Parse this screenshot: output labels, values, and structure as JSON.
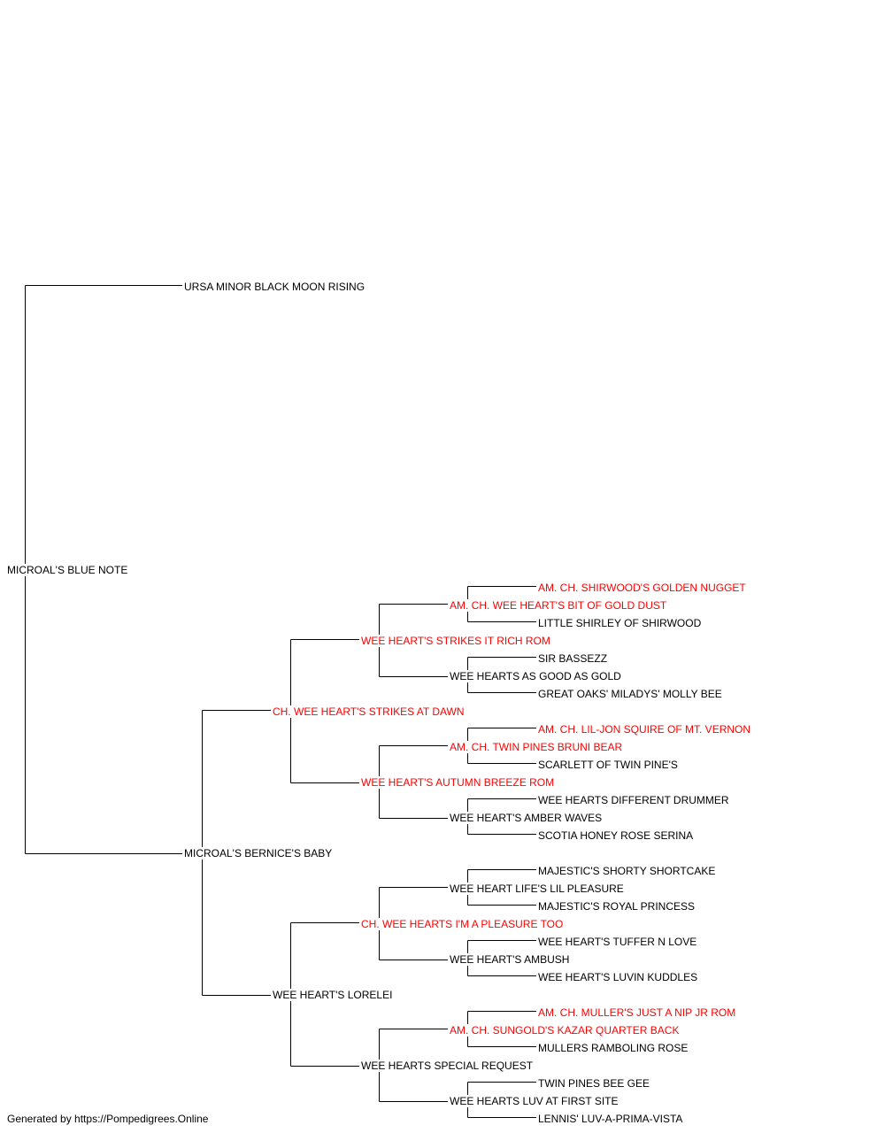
{
  "colors": {
    "champion": "#ff0000",
    "normal": "#000000",
    "line": "#000000"
  },
  "pedigree": {
    "subject": {
      "name": "MICROAL'S BLUE NOTE",
      "champion": false
    },
    "sire": {
      "name": "URSA MINOR BLACK MOON RISING",
      "champion": false
    },
    "dam": {
      "name": "MICROAL'S BERNICE'S BABY",
      "champion": false
    },
    "dam_sire": {
      "name": "CH. WEE HEART'S STRIKES AT DAWN",
      "champion": true
    },
    "dam_dam": {
      "name": "WEE HEART'S LORELEI",
      "champion": false
    },
    "dam_sire_sire": {
      "name": "WEE HEART'S STRIKES IT RICH ROM",
      "champion": true
    },
    "dam_sire_dam": {
      "name": "WEE HEART'S AUTUMN BREEZE ROM",
      "champion": true
    },
    "dam_dam_sire": {
      "name": "CH. WEE HEARTS I'M A PLEASURE TOO",
      "champion": true
    },
    "dam_dam_dam": {
      "name": "WEE HEARTS SPECIAL REQUEST",
      "champion": false
    },
    "g4_1": {
      "name": "AM. CH. WEE HEART'S BIT OF GOLD DUST",
      "champion": true
    },
    "g4_2": {
      "name": "WEE HEARTS AS GOOD AS GOLD",
      "champion": false
    },
    "g4_3": {
      "name": "AM. CH. TWIN PINES BRUNI BEAR",
      "champion": true
    },
    "g4_4": {
      "name": "WEE HEART'S AMBER WAVES",
      "champion": false
    },
    "g4_5": {
      "name": "WEE HEART LIFE'S LIL PLEASURE",
      "champion": false
    },
    "g4_6": {
      "name": "WEE HEART'S AMBUSH",
      "champion": false
    },
    "g4_7": {
      "name": "AM. CH. SUNGOLD'S KAZAR QUARTER BACK",
      "champion": true
    },
    "g4_8": {
      "name": "WEE HEARTS LUV AT FIRST SITE",
      "champion": false
    },
    "g5_1": {
      "name": "AM. CH. SHIRWOOD'S GOLDEN NUGGET",
      "champion": true
    },
    "g5_2": {
      "name": "LITTLE SHIRLEY OF SHIRWOOD",
      "champion": false
    },
    "g5_3": {
      "name": "SIR BASSEZZ",
      "champion": false
    },
    "g5_4": {
      "name": "GREAT OAKS' MILADYS' MOLLY BEE",
      "champion": false
    },
    "g5_5": {
      "name": "AM. CH. LIL-JON SQUIRE OF MT. VERNON",
      "champion": true
    },
    "g5_6": {
      "name": "SCARLETT OF TWIN PINE'S",
      "champion": false
    },
    "g5_7": {
      "name": "WEE HEARTS DIFFERENT DRUMMER",
      "champion": false
    },
    "g5_8": {
      "name": "SCOTIA HONEY ROSE SERINA",
      "champion": false
    },
    "g5_9": {
      "name": "MAJESTIC'S SHORTY SHORTCAKE",
      "champion": false
    },
    "g5_10": {
      "name": "MAJESTIC'S ROYAL PRINCESS",
      "champion": false
    },
    "g5_11": {
      "name": "WEE HEART'S TUFFER N LOVE",
      "champion": false
    },
    "g5_12": {
      "name": "WEE HEART'S LUVIN KUDDLES",
      "champion": false
    },
    "g5_13": {
      "name": "AM. CH. MULLER'S JUST A NIP JR ROM",
      "champion": true
    },
    "g5_14": {
      "name": "MULLERS RAMBOLING ROSE",
      "champion": false
    },
    "g5_15": {
      "name": "TWIN PINES BEE GEE",
      "champion": false
    },
    "g5_16": {
      "name": "LENNIS' LUV-A-PRIMA-VISTA",
      "champion": false
    }
  },
  "footer": "Generated by https://Pompedigrees.Online"
}
